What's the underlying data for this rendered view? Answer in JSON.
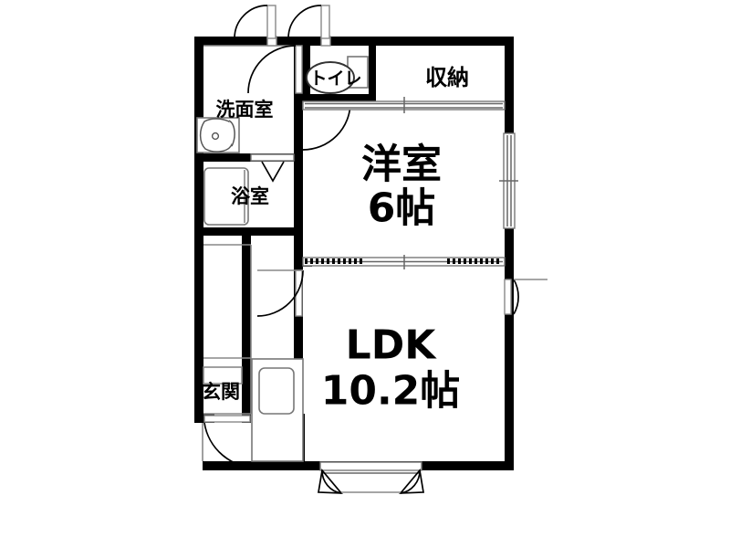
{
  "plan": {
    "title": "賃貸アパート間取り図",
    "type": "1LDK floor plan",
    "background_color": "#ffffff",
    "wall_color": "#000000",
    "line_color": "#888888"
  },
  "rooms": [
    {
      "id": "washroom",
      "name": "洗面室",
      "label": "洗面室",
      "size_label": "",
      "fixture": "wash-basin"
    },
    {
      "id": "toilet",
      "name": "トイレ",
      "label": "トイレ",
      "size_label": "",
      "fixture": "toilet-bowl"
    },
    {
      "id": "closet",
      "name": "収納",
      "label": "収納",
      "size_label": "",
      "fixture": "sliding-doors"
    },
    {
      "id": "bathroom",
      "name": "浴室",
      "label": "浴室",
      "size_label": "",
      "fixture": "bathtub"
    },
    {
      "id": "bedroom",
      "name": "洋室",
      "label": "洋室",
      "size_label": "6帖",
      "fixture": "window"
    },
    {
      "id": "ldk",
      "name": "LDK",
      "label": "LDK",
      "size_label": "10.2帖",
      "fixture": "kitchen-counter"
    },
    {
      "id": "entrance",
      "name": "玄関",
      "label": "玄関",
      "size_label": "",
      "fixture": "shoe-cabinet"
    }
  ],
  "openings": [
    {
      "id": "toilet-door",
      "kind": "hinged-door",
      "label": "トイレ扉"
    },
    {
      "id": "washroom-top-door",
      "kind": "hinged-door",
      "label": "洗面室扉"
    },
    {
      "id": "washroom-hall-door",
      "kind": "hinged-door",
      "label": "洗面室廊下扉"
    },
    {
      "id": "bathroom-door",
      "kind": "folding-door",
      "label": "浴室扉"
    },
    {
      "id": "ldk-hall-door",
      "kind": "hinged-door",
      "label": "LDK廊下扉"
    },
    {
      "id": "ldk-side-door",
      "kind": "hinged-door",
      "label": "LDK側面扉"
    },
    {
      "id": "entrance-door",
      "kind": "hinged-door",
      "label": "玄関ドア"
    },
    {
      "id": "closet-sliding",
      "kind": "sliding-doors",
      "label": "収納引戸"
    },
    {
      "id": "bedroom-sliding",
      "kind": "sliding-doors",
      "label": "洋室引戸"
    },
    {
      "id": "bedroom-window",
      "kind": "window",
      "label": "洋室窓"
    },
    {
      "id": "ldk-window",
      "kind": "casement-window",
      "label": "LDK掃き出し窓"
    }
  ]
}
